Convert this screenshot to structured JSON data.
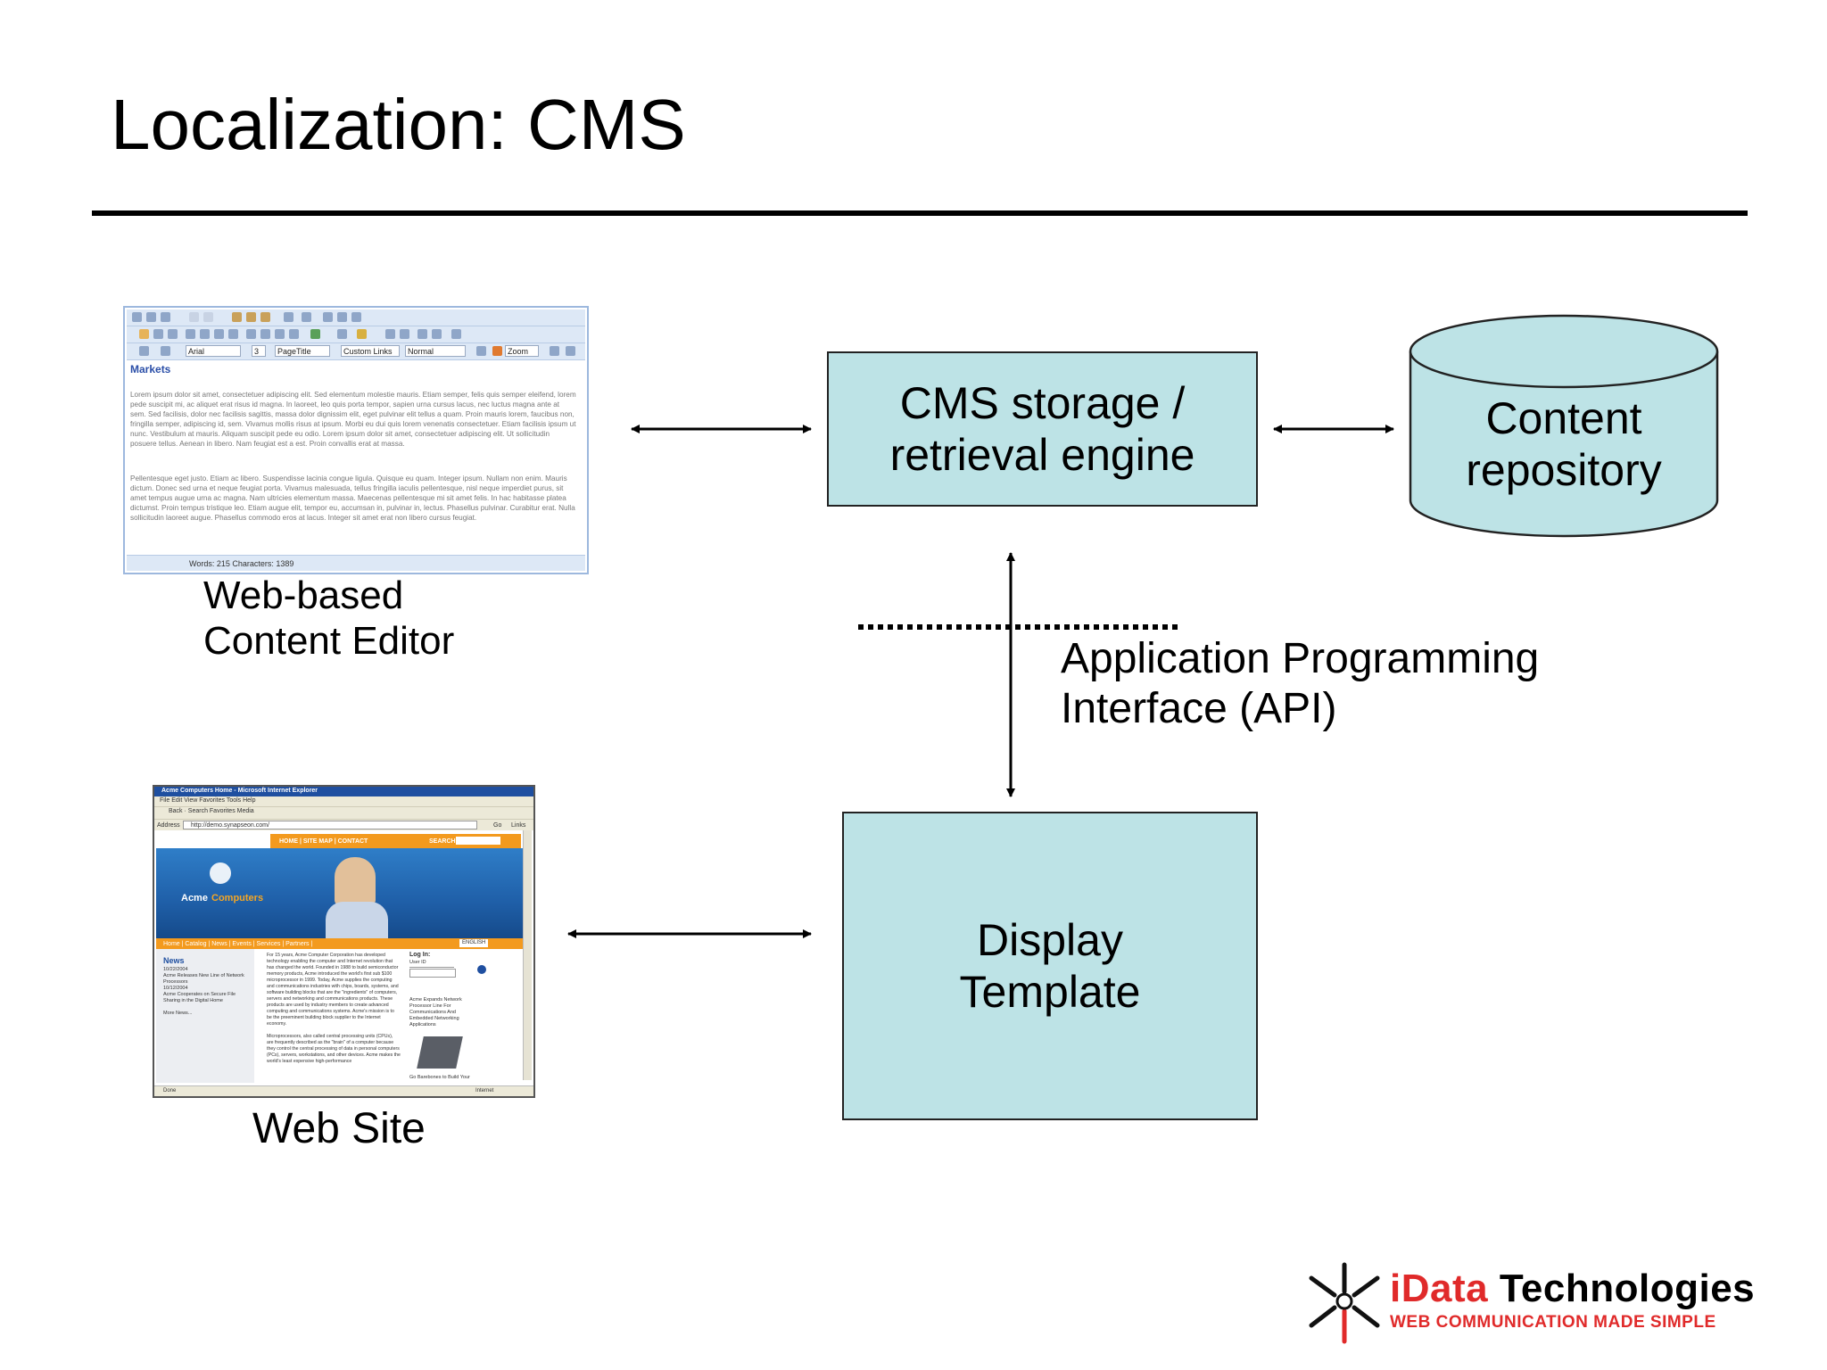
{
  "slide": {
    "title": "Localization: CMS"
  },
  "boxes": {
    "cms_engine": [
      "CMS storage /",
      "retrieval engine"
    ],
    "content_repository": [
      "Content",
      "repository"
    ],
    "display_template": [
      "Display",
      "Template"
    ]
  },
  "labels": {
    "editor_caption": [
      "Web-based",
      "Content Editor"
    ],
    "api_caption": [
      "Application Programming",
      "Interface (API)"
    ],
    "website_caption": "Web Site"
  },
  "editor_screenshot": {
    "font_select": "Arial",
    "size_select": "3",
    "style_select": "PageTitle",
    "links_select": "Custom Links",
    "format_select": "Normal",
    "zoom_select": "Zoom",
    "heading": "Markets",
    "paragraph_1": "Lorem ipsum dolor sit amet, consectetuer adipiscing elit. Sed elementum molestie mauris. Etiam semper, felis quis semper eleifend, lorem pede suscipit mi, ac aliquet erat risus id magna. In laoreet, leo quis porta tempor, sapien urna cursus lacus, nec luctus magna ante at sem. Sed facilisis, dolor nec facilisis sagittis, massa dolor dignissim elit, eget pulvinar elit tellus a quam. Proin mauris lorem, faucibus non, fringilla semper, adipiscing id, sem. Vivamus mollis risus at ipsum. Morbi eu dui quis lorem venenatis consectetuer. Etiam facilisis ipsum ut nunc. Vestibulum at mauris. Aliquam suscipit pede eu odio. Lorem ipsum dolor sit amet, consectetuer adipiscing elit. Ut sollicitudin posuere tellus. Aenean in libero. Nam feugiat est a est. Proin convallis erat at massa.",
    "paragraph_2": "Pellentesque eget justo. Etiam ac libero. Suspendisse lacinia congue ligula. Quisque eu quam. Integer ipsum. Nullam non enim. Mauris dictum. Donec sed urna et neque feugiat porta. Vivamus malesuada, tellus fringilla iaculis pellentesque, nisl neque imperdiet purus, sit amet tempus augue urna ac magna. Nam ultricies elementum massa. Maecenas pellentesque mi sit amet felis. In hac habitasse platea dictumst. Proin tempus tristique leo. Etiam augue elit, tempor eu, accumsan in, pulvinar in, lectus. Phasellus pulvinar. Curabitur erat. Nulla sollicitudin laoreet augue. Phasellus commodo eros at lacus. Integer sit amet erat non libero cursus feugiat.",
    "status": "Words: 215 Characters: 1389"
  },
  "website_screenshot": {
    "window_title": "Acme Computers Home - Microsoft Internet Explorer",
    "menu": "File  Edit  View  Favorites  Tools  Help",
    "toolbar": "Back  ·  Search  Favorites  Media",
    "address_label": "Address",
    "address_url": "http://demo.synapseon.com/",
    "go_label": "Go",
    "links_label": "Links",
    "nav": "HOME  |  SITE MAP  |  CONTACT",
    "search_label": "SEARCH",
    "brand_word_1": "Acme",
    "brand_word_2": "Computers",
    "orange_nav": "Home | Catalog | News | Events | Services | Partners |",
    "language": "ENGLISH",
    "news_heading": "News",
    "news_items": "10/22/2004\nAcme Releases New Line of Network Processors\n10/12/2004\nAcme Cooperates on Secure File Sharing in the Digital Home\n\nMore News...",
    "body_text": "For 15 years, Acme Computer Corporation has developed technology enabling the computer and Internet revolution that has changed the world. Founded in 1988 to build semiconductor memory products, Acme introduced the world's first sub $100 microprocessor in 1999. Today, Acme supplies the computing and communications industries with chips, boards, systems, and software building blocks that are the \"ingredients\" of computers, servers and networking and communications products. These products are used by industry members to create advanced computing and communications systems. Acme's mission is to be the preeminent building block supplier to the Internet economy.\n\nMicroprocessors, also called central processing units (CPUs), are frequently described as the \"brain\" of a computer because they control the central processing of data in personal computers (PCs), servers, workstations, and other devices. Acme makes the world's least expensive high-performance",
    "login_heading": "Log In:",
    "user_label": "User ID",
    "promo_text": "Acme Expands Network Processor Line For Communications And Embedded Networking Applications",
    "promo_caption": "Go Barebones to Build Your",
    "status_left": "Done",
    "status_right": "Internet"
  },
  "logo": {
    "brand_prefix": "iData",
    "brand_suffix": " Technologies",
    "tagline": "WEB COMMUNICATION MADE SIMPLE"
  },
  "colors": {
    "box_fill": "#bde3e6",
    "accent_red": "#e02a2a",
    "site_orange": "#f39a1e",
    "site_blue": "#1f5fa8"
  }
}
